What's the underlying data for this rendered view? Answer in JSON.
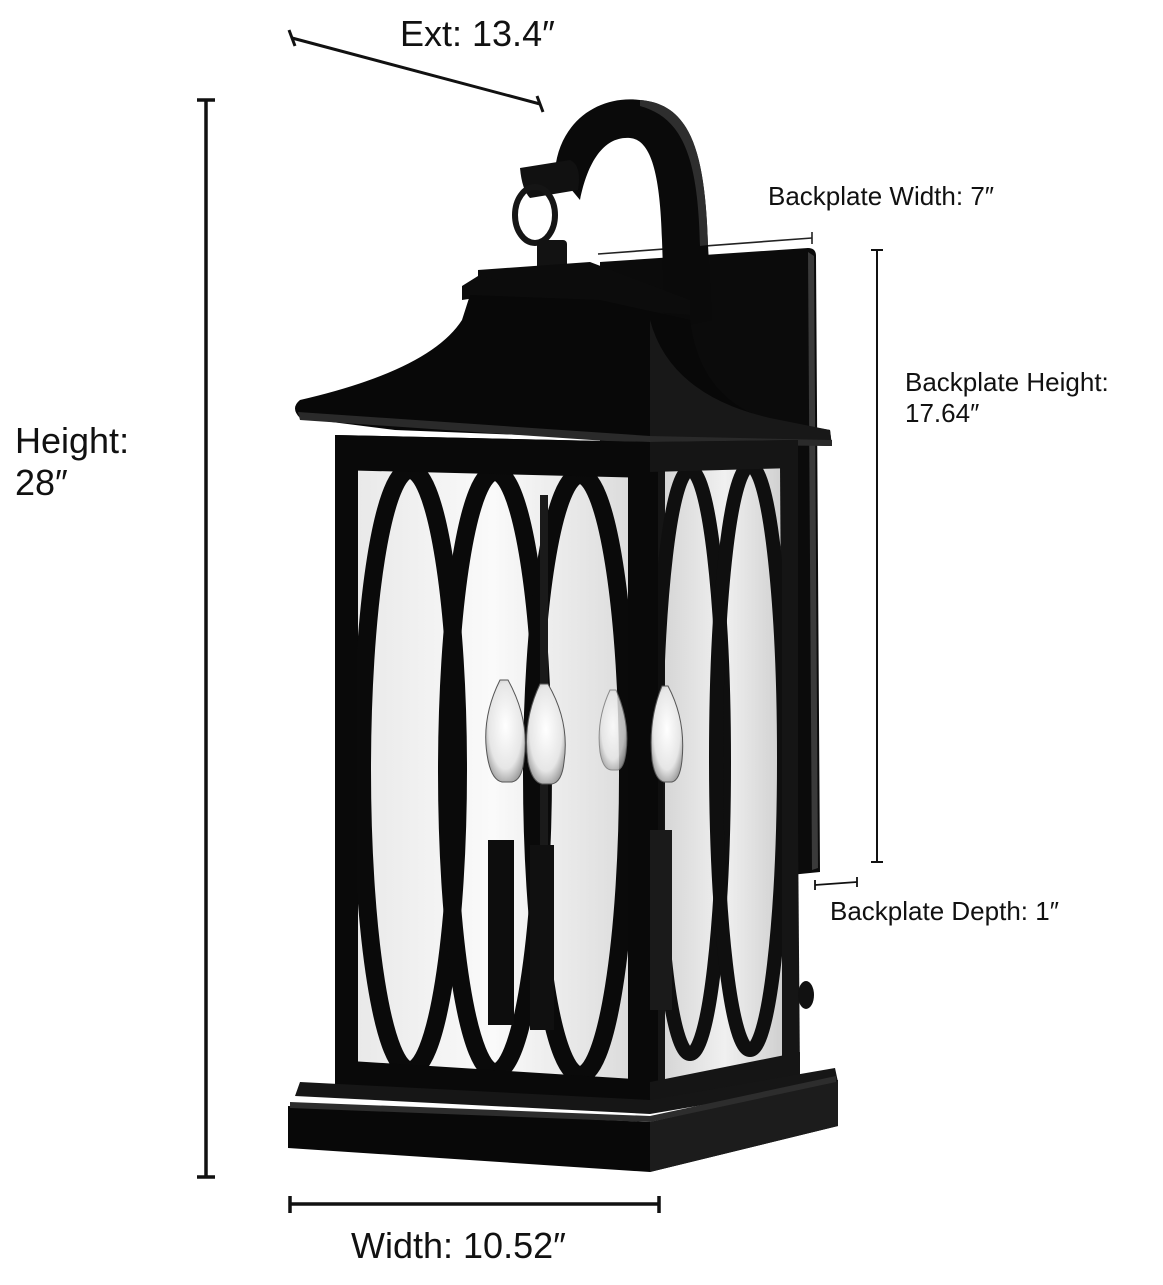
{
  "diagram": {
    "subject": "Outdoor wall lantern dimension diagram",
    "colors": {
      "background": "#ffffff",
      "fixture": "#0a0a0a",
      "dimension_lines": "#111111",
      "glass": "#f4f4f4"
    },
    "dimensions": {
      "extension": {
        "label": "Ext: 13.4″"
      },
      "height": {
        "label_line1": "Height:",
        "label_line2": "28″"
      },
      "backplate_width": {
        "label": "Backplate Width: 7″"
      },
      "backplate_height": {
        "label_line1": "Backplate Height:",
        "label_line2": "17.64″"
      },
      "backplate_depth": {
        "label": "Backplate Depth: 1″"
      },
      "width": {
        "label": "Width: 10.52″"
      }
    }
  }
}
